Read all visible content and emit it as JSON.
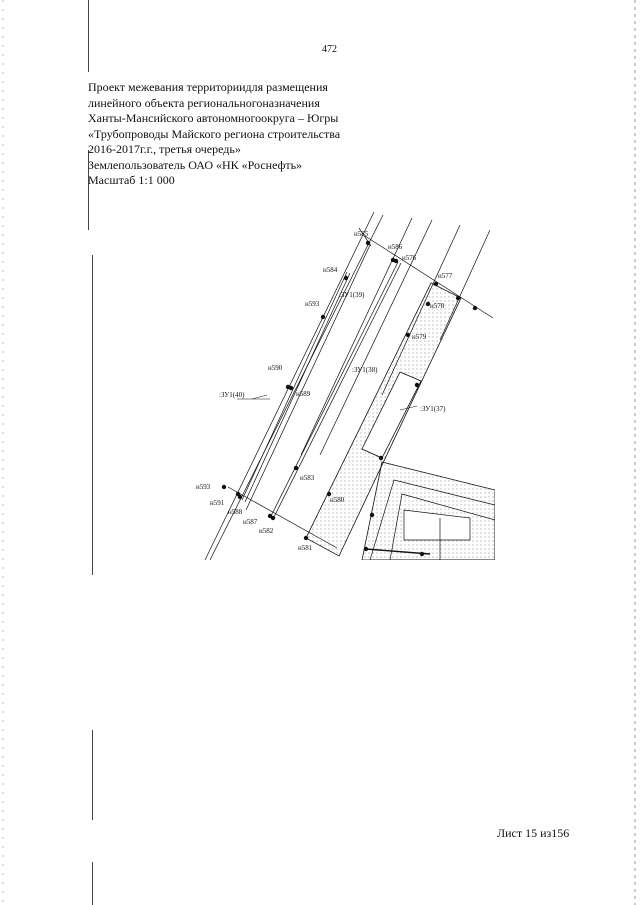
{
  "page_number": "472",
  "header_lines": [
    "Проект межевания территориидля размещения",
    "линейного объекта региональногоназначения",
    "Ханты-Мансийского автономногоокруга – Югры",
    "«Трубопроводы Майского региона строительства",
    "2016-2017г.г., третья очередь»",
    "Землепользователь ОАО «НК «Роснефть»",
    "Масштаб 1:1 000"
  ],
  "plan": {
    "parcel_labels": [
      ":ЗУ1(39)",
      ":ЗУ1(38)",
      ":ЗУ1(37)",
      ":ЗУ1(40)"
    ],
    "point_labels": [
      "н585",
      "н586",
      "н576",
      "н584",
      "н577",
      "н593",
      "н578",
      "н579",
      "н590",
      "н589",
      "н583",
      "н593",
      "н591",
      "н580",
      "н588",
      "н587",
      "н582",
      "н581"
    ]
  },
  "footer": {
    "sheet": "Лист 15 из156"
  }
}
